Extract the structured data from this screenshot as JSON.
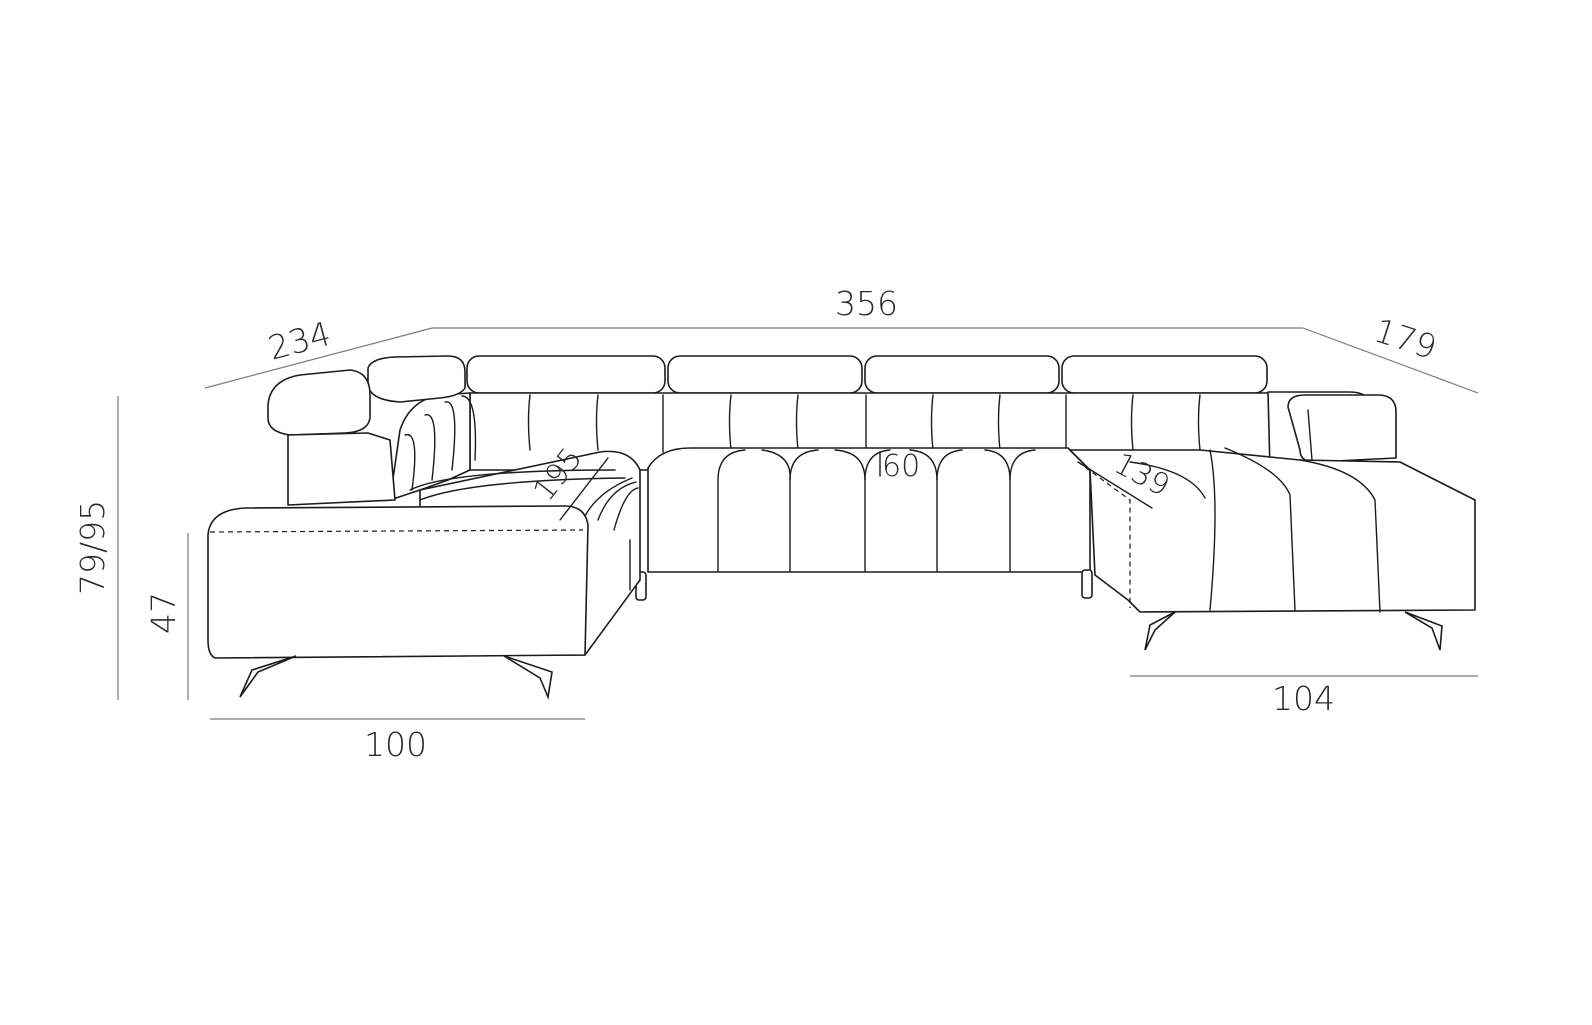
{
  "dimensions": {
    "total_width": "356",
    "left_depth": "234",
    "right_depth": "179",
    "height": "79/95",
    "seat_height": "47",
    "left_chaise_width": "100",
    "right_chaise_width": "104",
    "left_seat_depth": "195",
    "center_seat_depth": "60",
    "right_seat_depth": "139"
  }
}
